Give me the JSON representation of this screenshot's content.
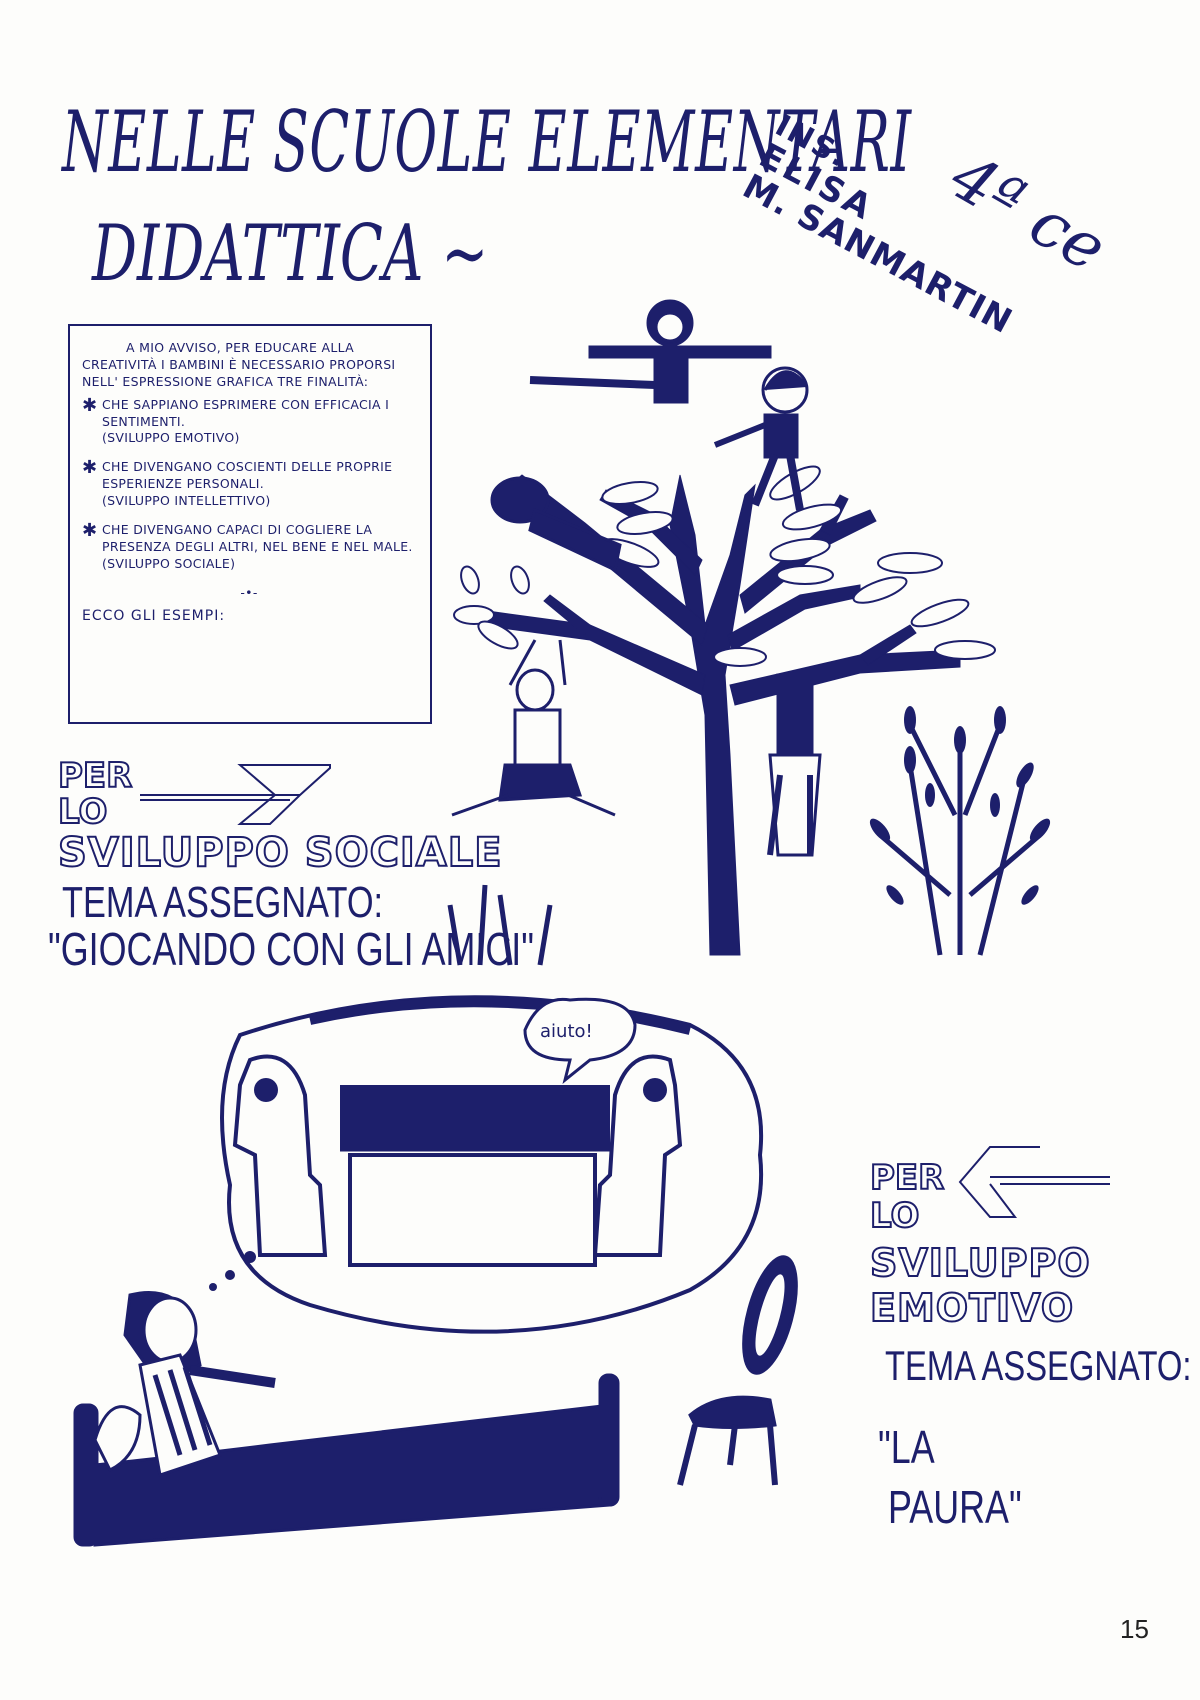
{
  "page": {
    "title_line1": "NELLE SCUOLE ELEMENTARI",
    "title_line2": "DIDATTICA ~",
    "teacher_prefix": "INS.",
    "teacher_first": "ELISA",
    "teacher_last": "M. SANMARTIN",
    "class_label": "4ª ce",
    "page_number": "15"
  },
  "intro": {
    "paragraph": "A mio avviso, per educare alla creatività i bambini è necessario proporsi nell' espressione grafica tre finalità:",
    "aims": [
      {
        "bullet": "✱",
        "text": "che sappiano esprimere con efficacia i sentimenti.",
        "area": "(Sviluppo Emotivo)"
      },
      {
        "bullet": "✱",
        "text": "che divengano coscienti delle proprie esperienze personali.",
        "area": "(Sviluppo Intellettivo)"
      },
      {
        "bullet": "✱",
        "text": "che divengano capaci di cogliere la presenza degli altri, nel bene e nel male.",
        "area": "(Sviluppo Sociale)"
      }
    ],
    "separator": "-•-",
    "examples_label": "Ecco gli Esempi:"
  },
  "section_social": {
    "per": "PER",
    "lo": "LO",
    "name": "SVILUPPO SOCIALE",
    "tema_label": "TEMA ASSEGNATO:",
    "theme": "\"GIOCANDO CON GLI AMICI\""
  },
  "section_emotional": {
    "per": "PER",
    "lo": "LO",
    "name_line1": "SVILUPPO",
    "name_line2": "EMOTIVO",
    "tema_label": "TEMA ASSEGNATO:",
    "theme_line1": "\"LA",
    "theme_line2": "PAURA\""
  },
  "drawing_emotional": {
    "speech_word": "aiuto!"
  },
  "colors": {
    "ink": "#1d1f6b",
    "paper": "#fdfdfb"
  }
}
